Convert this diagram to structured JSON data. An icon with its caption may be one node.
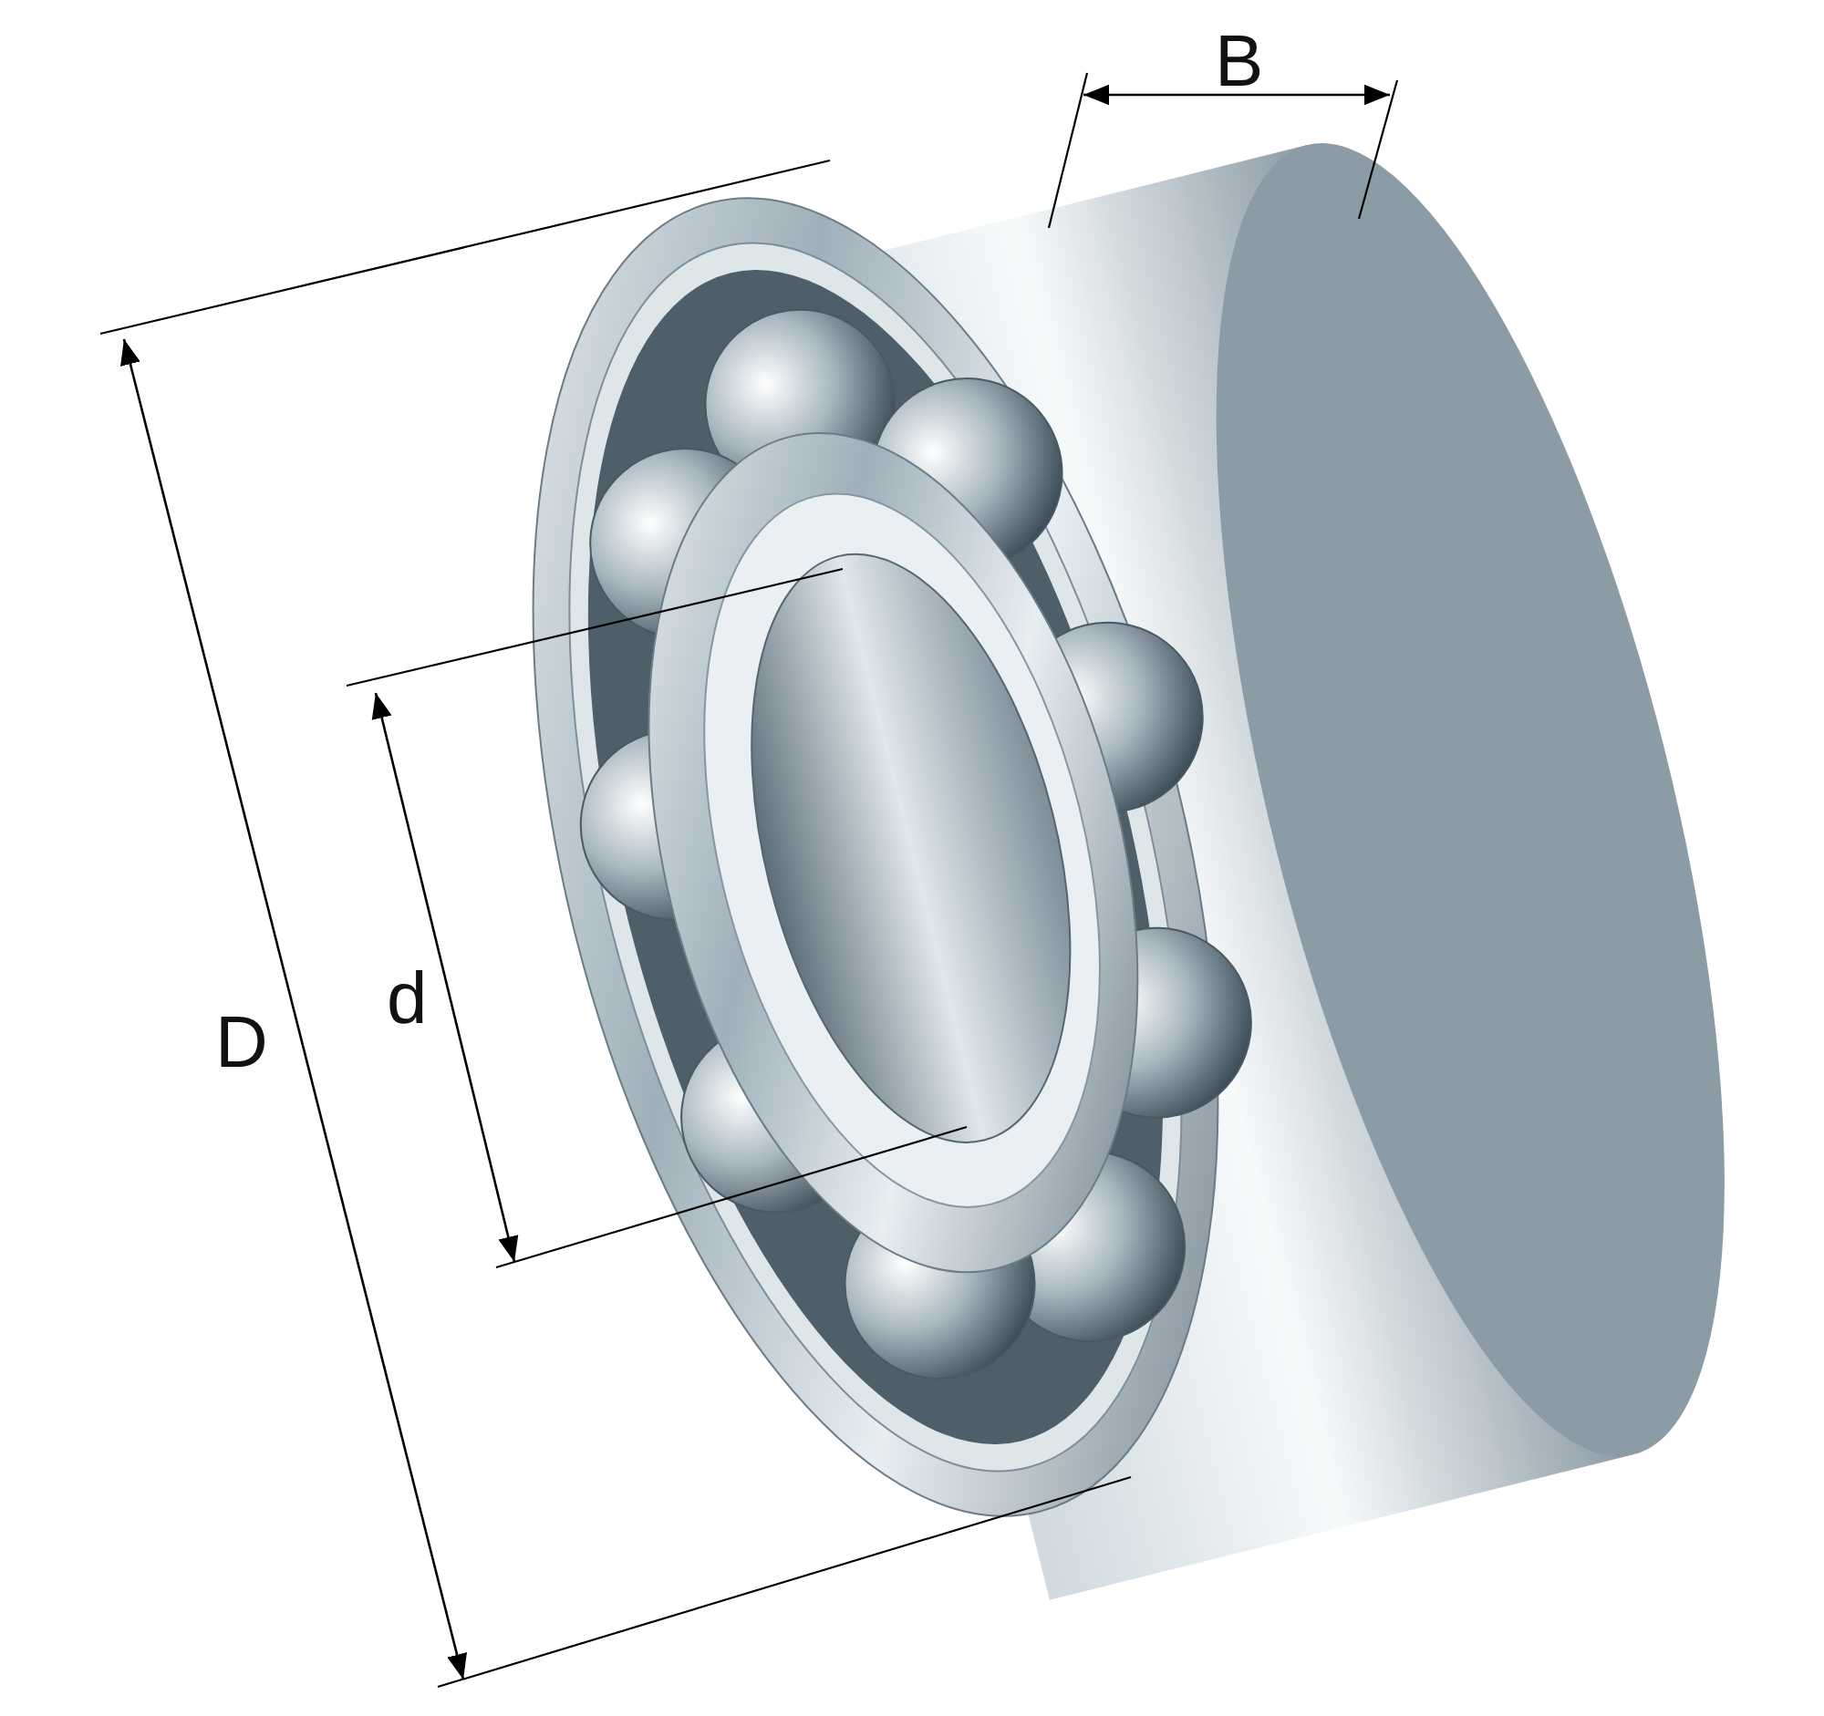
{
  "diagram": {
    "labels": [
      "B",
      "D",
      "d"
    ]
  }
}
